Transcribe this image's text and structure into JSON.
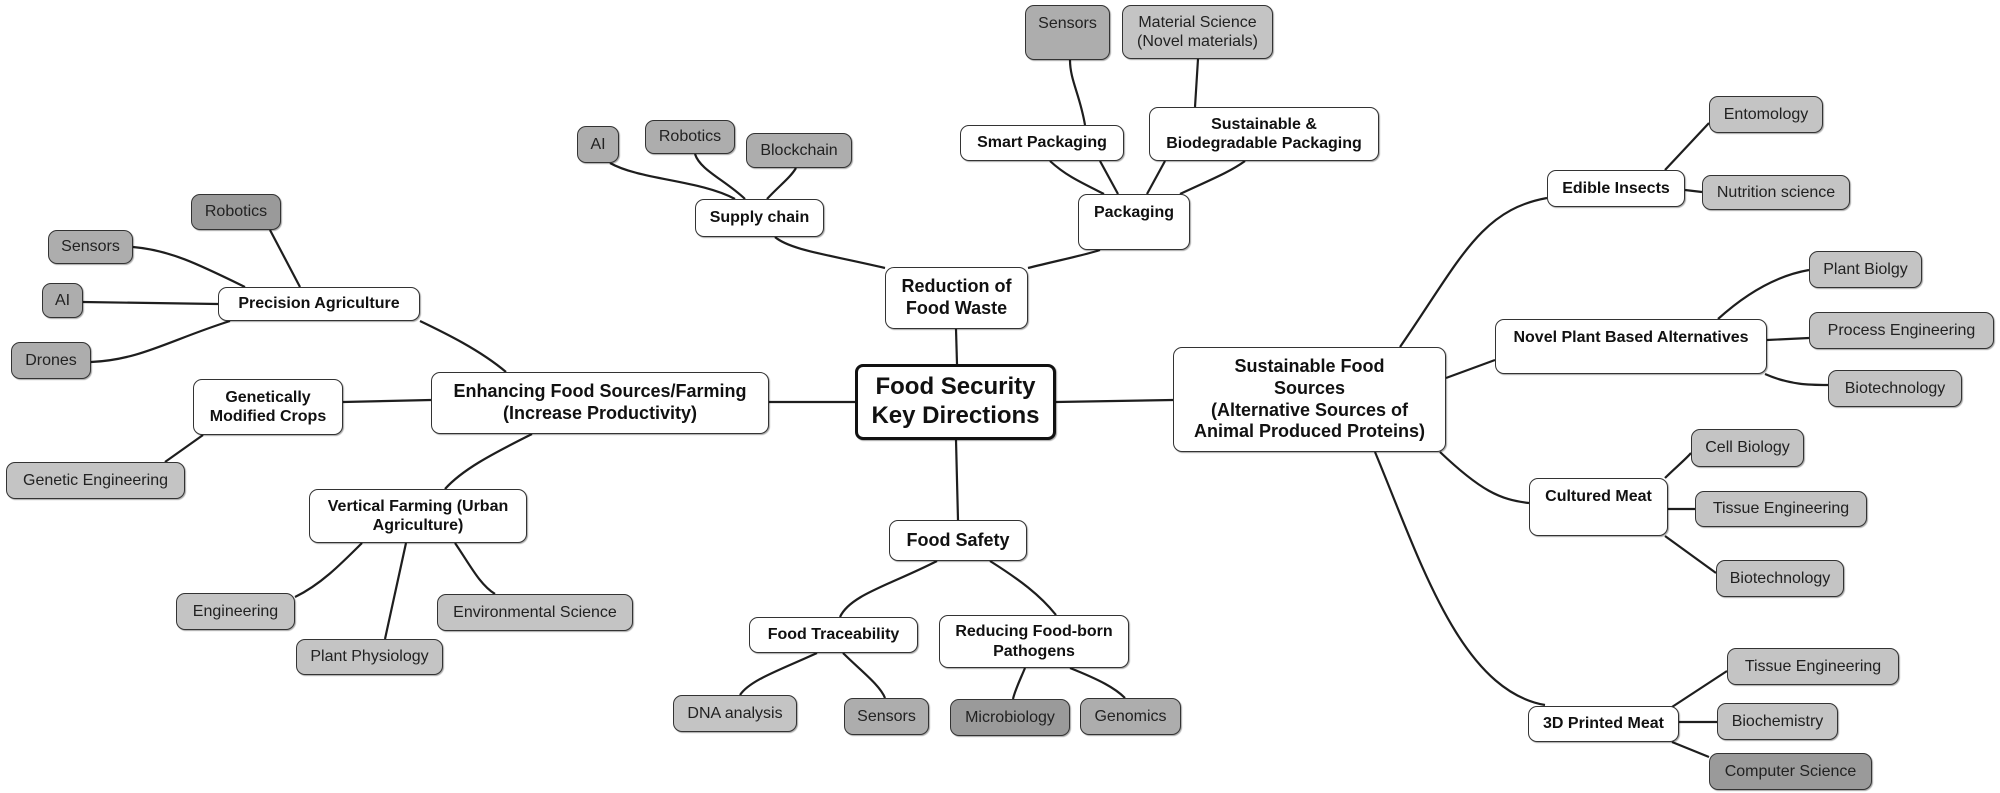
{
  "root": {
    "label": "Food Security\nKey Directions"
  },
  "branches": {
    "enhancing": {
      "label": "Enhancing Food Sources/Farming\n(Increase Productivity)",
      "precision_agriculture": {
        "label": "Precision Agriculture",
        "leaves": [
          "Robotics",
          "Sensors",
          "AI",
          "Drones"
        ]
      },
      "gm_crops": {
        "label": "Genetically\nModified  Crops",
        "leaves": [
          "Genetic Engineering"
        ]
      },
      "vertical_farming": {
        "label": "Vertical Farming  (Urban\nAgriculture)",
        "leaves": [
          "Engineering",
          "Plant Physiology",
          "Environmental Science"
        ]
      }
    },
    "waste": {
      "label": "Reduction of\nFood Waste",
      "supply_chain": {
        "label": "Supply chain",
        "leaves": [
          "AI",
          "Robotics",
          "Blockchain"
        ]
      },
      "packaging": {
        "label": "Packaging",
        "smart": {
          "label": "Smart Packaging",
          "leaves": [
            "Sensors"
          ]
        },
        "sustainable": {
          "label": "Sustainable &\nBiodegradable Packaging",
          "leaves": [
            "Material Science\n(Novel materials)"
          ]
        }
      }
    },
    "safety": {
      "label": "Food Safety",
      "traceability": {
        "label": "Food Traceability",
        "leaves": [
          "DNA analysis",
          "Sensors"
        ]
      },
      "pathogens": {
        "label": "Reducing Food-born\nPathogens",
        "leaves": [
          "Microbiology",
          "Genomics"
        ]
      }
    },
    "sustainable": {
      "label": "Sustainable Food\nSources\n(Alternative Sources of\nAnimal Produced Proteins)",
      "edible_insects": {
        "label": "Edible Insects",
        "leaves": [
          "Entomology",
          "Nutrition science"
        ]
      },
      "plant_based": {
        "label": "Novel Plant Based Alternatives",
        "leaves": [
          "Plant Biolgy",
          "Process Engineering",
          "Biotechnology"
        ]
      },
      "cultured_meat": {
        "label": "Cultured Meat",
        "leaves": [
          "Cell Biology",
          "Tissue Engineering",
          "Biotechnology"
        ]
      },
      "printed_meat": {
        "label": "3D Printed Meat",
        "leaves": [
          "Tissue Engineering",
          "Biochemistry",
          "Computer Science"
        ]
      }
    }
  }
}
